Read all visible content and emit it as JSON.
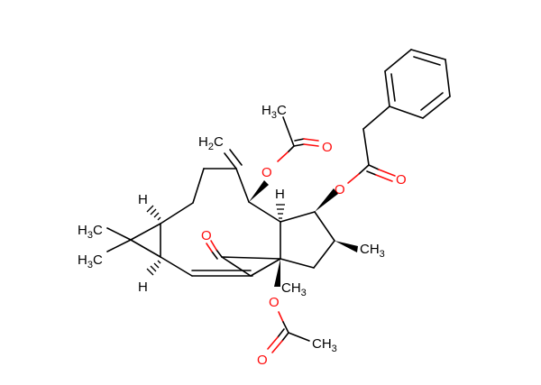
{
  "diagram": {
    "type": "chemical-structure",
    "colors": {
      "bond": "#000000",
      "oxygen": "#ff0d0d",
      "background": "#ffffff"
    },
    "labels": {
      "h3c_acetyl_top": {
        "main": "H",
        "sub": "3",
        "tail": "C"
      },
      "ch2_methylene": {
        "main": "H",
        "sub": "2",
        "tail": "C"
      },
      "h3c_gem1": {
        "main": "H",
        "sub": "3",
        "tail": "C"
      },
      "h3c_gem2": {
        "main": "H",
        "sub": "3",
        "tail": "C"
      },
      "ch3_ring": {
        "main": "CH",
        "sub": "3"
      },
      "ch3_bridge": {
        "main": "CH",
        "sub": "3"
      },
      "ch3_acetyl_bottom": {
        "main": "CH",
        "sub": "3"
      },
      "o": "O",
      "h": "H"
    },
    "atoms_text": [
      "H3C",
      "H2C",
      "O",
      "O",
      "O",
      "O",
      "O",
      "O",
      "O",
      "H",
      "H",
      "H",
      "H3C",
      "H3C",
      "CH3",
      "CH3",
      "CH3"
    ]
  }
}
